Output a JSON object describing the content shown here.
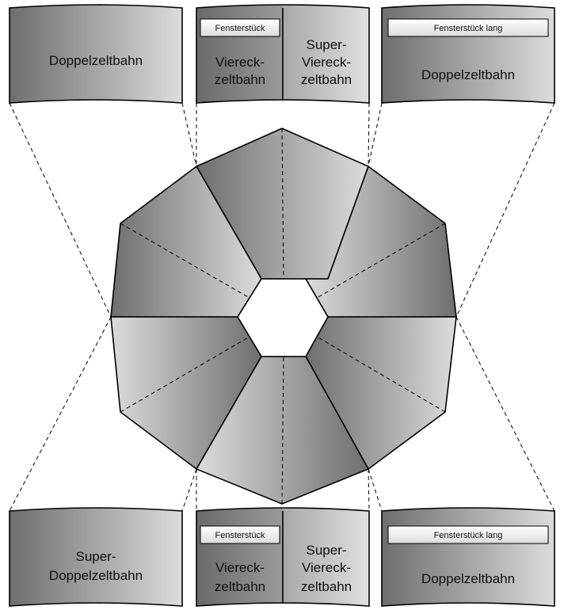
{
  "panels": {
    "top_left": {
      "label": "Doppelzeltbahn"
    },
    "top_center": {
      "window": "Fensterstück",
      "left_label": [
        "Viereck-",
        "zeltbahn"
      ],
      "right_label": [
        "Super-",
        "Viereck-",
        "zeltbahn"
      ]
    },
    "top_right": {
      "window": "Fensterstück lang",
      "label": "Doppelzeltbahn"
    },
    "bottom_left": {
      "label": [
        "Super-",
        "Doppelzeltbahn"
      ]
    },
    "bottom_center": {
      "window": "Fensterstück",
      "left_label": [
        "Viereck-",
        "zeltbahn"
      ],
      "right_label": [
        "Super-",
        "Viereck-",
        "zeltbahn"
      ]
    },
    "bottom_right": {
      "window": "Fensterstück lang",
      "label": "Doppelzeltbahn"
    }
  },
  "colors": {
    "gray_dark": "#6e6e6e",
    "gray_mid": "#a8a8a8",
    "gray_light": "#e2e2e2",
    "window_fill": "#f2f2f2"
  }
}
